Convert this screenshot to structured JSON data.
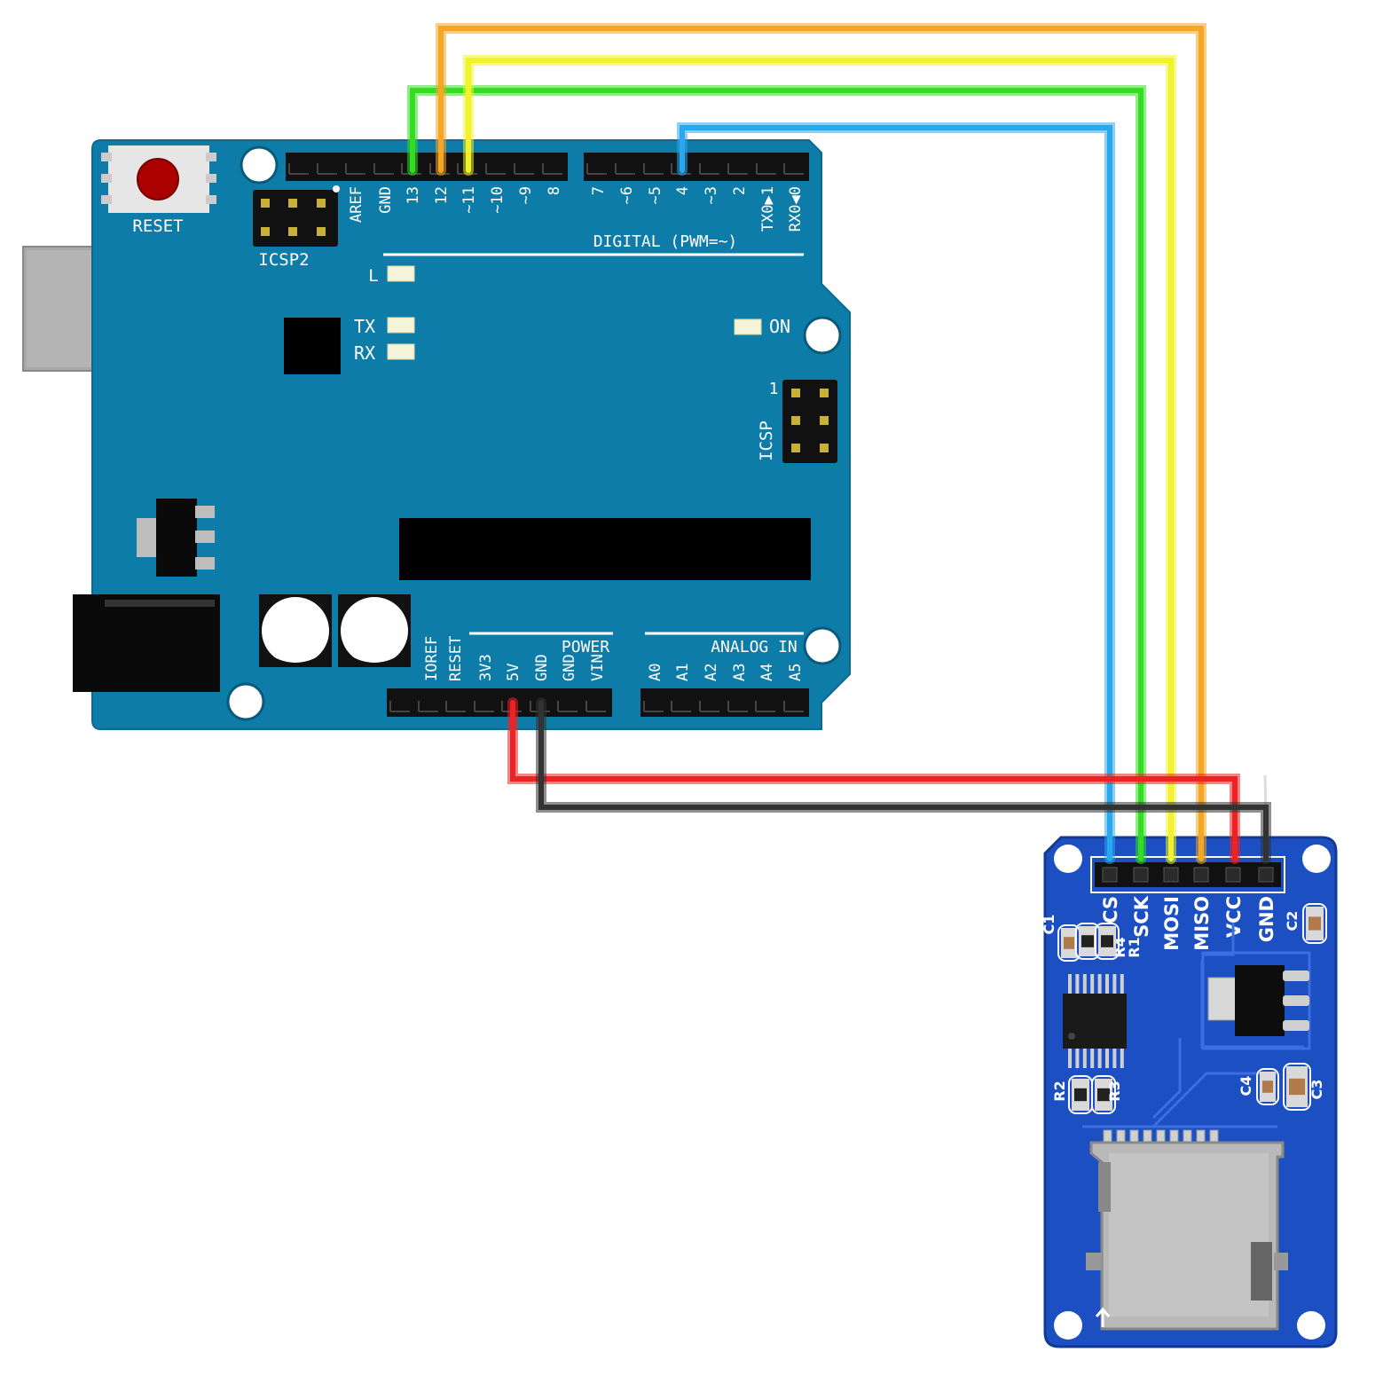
{
  "arduino": {
    "reset_label": "RESET",
    "icsp2_label": "ICSP2",
    "icsp_label": "ICSP",
    "icsp_pin1": "1",
    "led_l": "L",
    "led_tx": "TX",
    "led_rx": "RX",
    "led_on": "ON",
    "digital_label": "DIGITAL (PWM=~)",
    "power_label": "POWER",
    "analog_label": "ANALOG IN",
    "digital_pins": [
      "AREF",
      "GND",
      "13",
      "12",
      "~11",
      "~10",
      "~9",
      "8",
      "7",
      "~6",
      "~5",
      "4",
      "~3",
      "2",
      "TX0▶1",
      "RX0◀0"
    ],
    "power_pins": [
      "IOREF",
      "RESET",
      "3V3",
      "5V",
      "GND",
      "GND",
      "VIN"
    ],
    "analog_pins": [
      "A0",
      "A1",
      "A2",
      "A3",
      "A4",
      "A5"
    ],
    "board_color": "#0e7ca8"
  },
  "sd_module": {
    "pins": [
      "CS",
      "SCK",
      "MOSI",
      "MISO",
      "VCC",
      "GND"
    ],
    "components": [
      "C1",
      "R4",
      "R1",
      "C2",
      "R2",
      "R3",
      "C4",
      "C3"
    ],
    "board_color": "#1b4fc2"
  },
  "wires": [
    {
      "from": "13",
      "to": "SCK",
      "color": "#33dd22"
    },
    {
      "from": "12",
      "to": "MISO",
      "color": "#f5a623"
    },
    {
      "from": "~11",
      "to": "MOSI",
      "color": "#f2f22a"
    },
    {
      "from": "4",
      "to": "CS",
      "color": "#2aa8ee"
    },
    {
      "from": "5V",
      "to": "VCC",
      "color": "#ee2222"
    },
    {
      "from": "GND",
      "to": "GND",
      "color": "#333333"
    }
  ]
}
